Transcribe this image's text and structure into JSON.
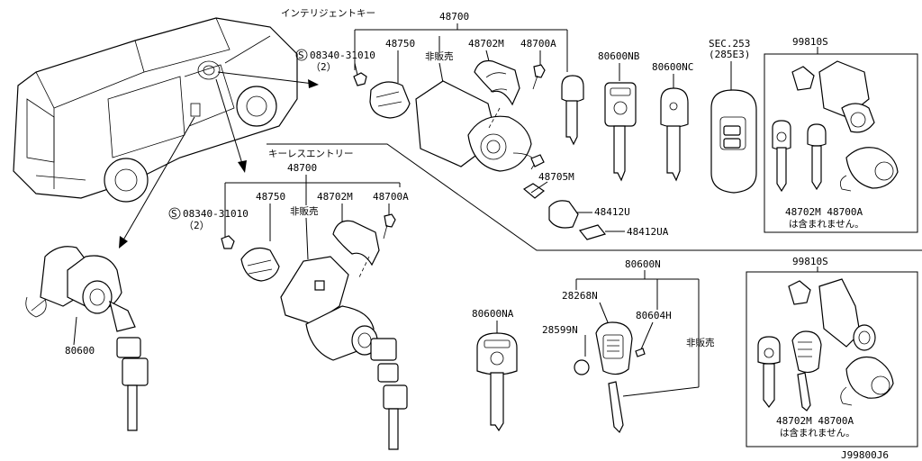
{
  "labels": {
    "intelligent_key_title": "インテリジェントキー",
    "keyless_entry_title": "キーレスエントリー",
    "p48700_top": "48700",
    "p48750_top": "48750",
    "not_sold_top": "非販売",
    "p48702m_top": "48702M",
    "p48700a_top": "48700A",
    "bolt_top": "08340-31010",
    "bolt_qty_top": "（2）",
    "p48705m": "48705M",
    "p48412u": "48412U",
    "p48412ua": "48412UA",
    "p80600nb": "80600NB",
    "p80600nc": "80600NC",
    "sec253": "SEC.253",
    "sec253_sub": "(285E3)",
    "p99810s_top": "99810S",
    "note_top_parts": "48702M  48700A",
    "note_top_text": "は含まれません。",
    "p48700_mid": "48700",
    "p48750_mid": "48750",
    "not_sold_mid": "非販売",
    "p48702m_mid": "48702M",
    "p48700a_mid": "48700A",
    "bolt_mid": "08340-31010",
    "bolt_qty_mid": "（2）",
    "p80600": "80600",
    "p80600n": "80600N",
    "p28268n": "28268N",
    "p28599n": "28599N",
    "p80604h": "80604H",
    "not_sold_bottom": "非販売",
    "p80600na": "80600NA",
    "p99810s_bottom": "99810S",
    "note_bottom_parts": "48702M  48700A",
    "note_bottom_text": "は含まれません。",
    "diagram_code": "J99800J6"
  }
}
